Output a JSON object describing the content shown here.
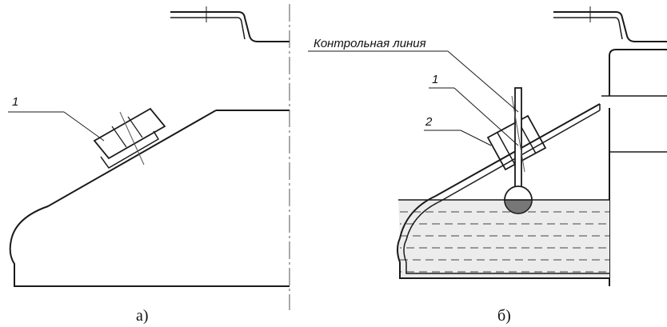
{
  "panel_a": {
    "caption": "а)",
    "callouts": [
      {
        "label": "1"
      }
    ]
  },
  "panel_b": {
    "caption": "б)",
    "control_line_label": "Контрольная линия",
    "callouts": [
      {
        "label": "1"
      },
      {
        "label": "2"
      }
    ]
  }
}
